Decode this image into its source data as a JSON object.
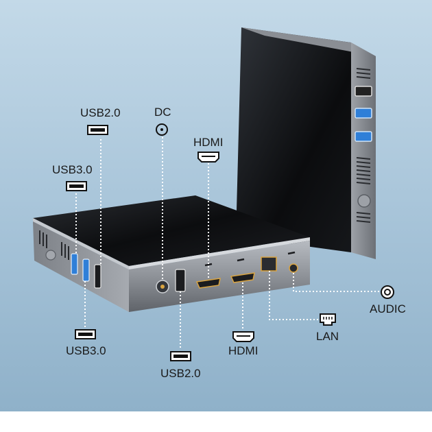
{
  "labels": {
    "usb2_top": "USB2.0",
    "dc": "DC",
    "hdmi_top": "HDMI",
    "usb3_left": "USB3.0",
    "usb3_bottom": "USB3.0",
    "hdmi_bottom": "HDMI",
    "usb2_bottom": "USB2.0",
    "lan": "LAN",
    "audic": "AUDIC"
  },
  "icons": [
    "usb-port-icon",
    "dc-jack-icon",
    "hdmi-port-icon",
    "lan-port-icon",
    "audio-jack-icon"
  ],
  "colors": {
    "background_top": "#b6cfe0",
    "background_bottom": "#8fb1c9",
    "device_top": "#111214",
    "device_body": "#8c9096",
    "usb3_blue": "#2f7fd8",
    "leader_line": "#ffffff"
  }
}
